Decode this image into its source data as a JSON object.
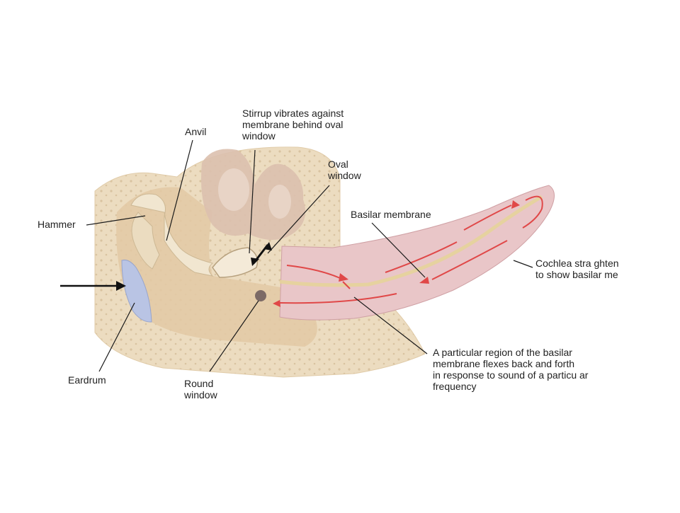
{
  "labels": {
    "anvil": "Anvil",
    "hammer": "Hammer",
    "stirrup": "Stirrup vibrates against\nmembrane behind oval\nwindow",
    "oval_window": "Oval\nwindow",
    "basilar_membrane": "Basilar membrane",
    "cochlea": "Cochlea stra ghten\nto show basilar me",
    "eardrum": "Eardrum",
    "round_window": "Round\nwindow",
    "particular_region": "A particular region of the basilar\nmembrane flexes back and forth\nin response to sound of a particu ar\nfrequency"
  },
  "colors": {
    "bone": "#e8d6b8",
    "cochlea": "#e9c6c8",
    "arrows": "#e04848",
    "eardrum": "#b9c4e4",
    "pointer_lines": "#1a1a1a"
  }
}
